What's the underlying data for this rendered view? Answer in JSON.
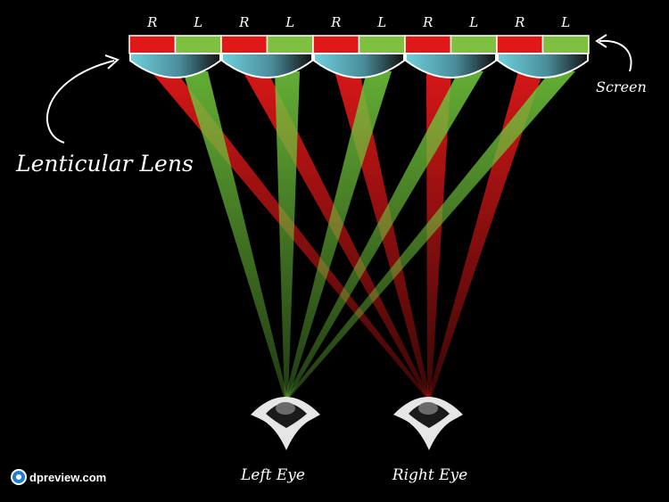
{
  "pixel_labels": [
    "R",
    "L",
    "R",
    "L",
    "R",
    "L",
    "R",
    "L",
    "R",
    "L"
  ],
  "labels": {
    "lens": "Lenticular Lens",
    "screen": "Screen",
    "left_eye": "Left Eye",
    "right_eye": "Right Eye"
  },
  "brand": {
    "text": "dpreview.com"
  },
  "colors": {
    "red": "#e01818",
    "green": "#80c040",
    "background": "#000000"
  }
}
